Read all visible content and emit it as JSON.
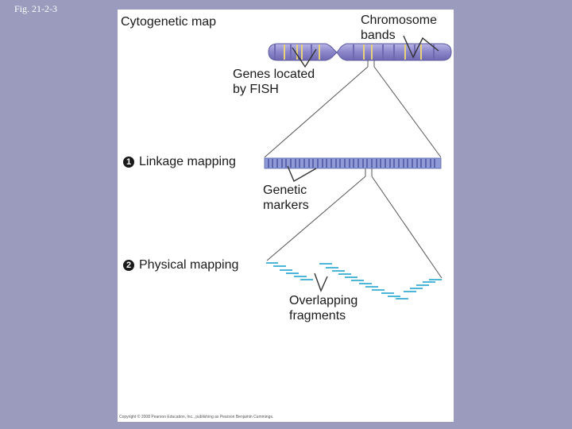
{
  "figure": {
    "label": "Fig. 21-2-3"
  },
  "labels": {
    "cytogenetic_map": "Cytogenetic map",
    "chromosome_bands": "Chromosome\nbands",
    "genes_fish": "Genes located\nby FISH",
    "linkage_mapping": "Linkage mapping",
    "genetic_markers": "Genetic\nmarkers",
    "physical_mapping": "Physical mapping",
    "overlapping_fragments": "Overlapping\nfragments"
  },
  "steps": {
    "linkage": "1",
    "physical": "2"
  },
  "copyright": "Copyright © 2008 Pearson Education, Inc., publishing as Pearson Benjamin Cummings.",
  "colors": {
    "background": "#9a9bbd",
    "panel": "#ffffff",
    "chromosome": "#8b86c9",
    "chromosome_dark": "#6e69b0",
    "band": "#e8d27a",
    "marker_bar": "#8f9bd9",
    "marker_tick": "#3a3f8f",
    "fragment": "#4eb6d8",
    "line": "#555555"
  }
}
